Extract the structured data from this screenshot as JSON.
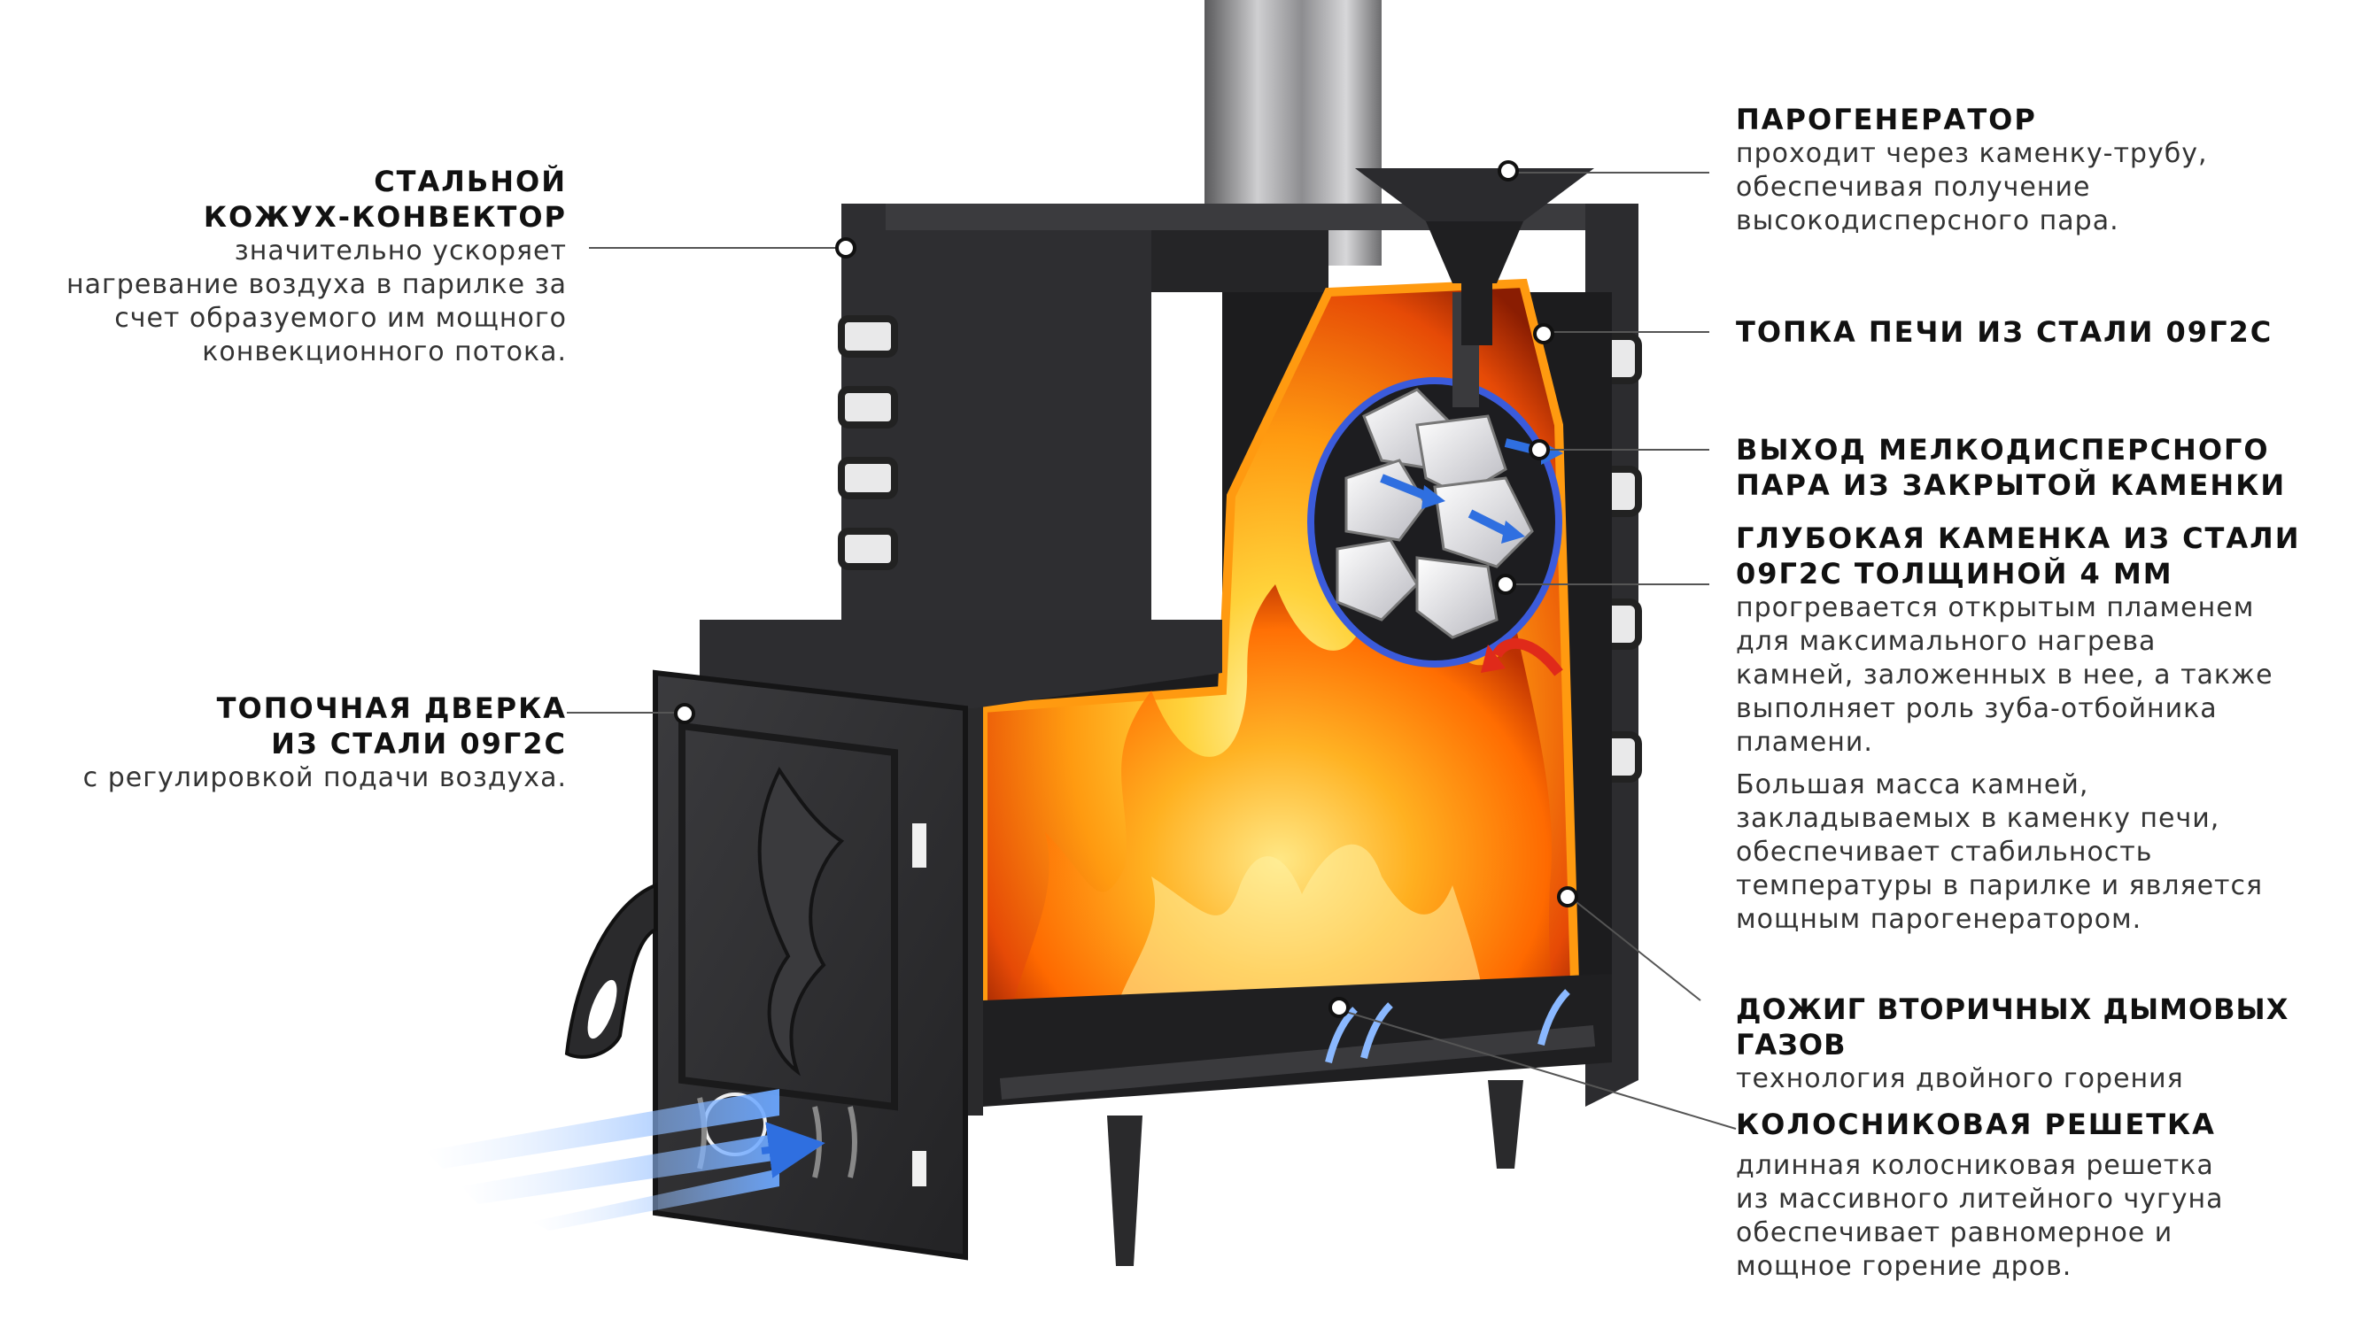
{
  "callouts": {
    "kozhuh": {
      "title": [
        "СТАЛЬНОЙ",
        "КОЖУХ-КОНВЕКТОР"
      ],
      "desc": [
        "значительно ускоряет",
        "нагревание воздуха в парилке за",
        "счет образуемого им мощного",
        "конвекционного потока."
      ]
    },
    "dverka": {
      "title": [
        "ТОПОЧНАЯ ДВЕРКА",
        "ИЗ СТАЛИ 09Г2С"
      ],
      "desc": [
        "с регулировкой подачи воздуха."
      ]
    },
    "parogenerator": {
      "title": [
        "ПАРОГЕНЕРАТОР"
      ],
      "desc": [
        "проходит через каменку-трубу,",
        "обеспечивая получение",
        "высокодисперсного пара."
      ]
    },
    "topka": {
      "title": [
        "ТОПКА ПЕЧИ ИЗ СТАЛИ 09Г2С"
      ]
    },
    "vyhod": {
      "title": [
        "ВЫХОД МЕЛКОДИСПЕРСНОГО",
        "ПАРА ИЗ ЗАКРЫТОЙ КАМЕНКИ"
      ]
    },
    "kamenka": {
      "title": [
        "ГЛУБОКАЯ КАМЕНКА ИЗ СТАЛИ",
        "09Г2С ТОЛЩИНОЙ 4 ММ"
      ],
      "desc": [
        "прогревается открытым пламенем",
        "для максимального нагрева",
        "камней, заложенных в нее, а также",
        "выполняет роль зуба-отбойника",
        "пламени."
      ],
      "desc2": [
        "Большая масса камней,",
        "закладываемых в каменку печи,",
        "обеспечивает стабильность",
        "температуры в парилке и является",
        "мощным парогенератором."
      ]
    },
    "dozhig": {
      "title": [
        "ДОЖИГ ВТОРИЧНЫХ ДЫМОВЫХ ГАЗОВ"
      ],
      "desc": [
        "технология двойного горения"
      ]
    },
    "reshetka": {
      "title": [
        "КОЛОСНИКОВАЯ РЕШЕТКА"
      ],
      "desc": [
        "длинная колосниковая решетка",
        "из массивного литейного чугуна",
        "обеспечивает равномерное и",
        "мощное горение дров."
      ]
    }
  },
  "colors": {
    "steel": "#2b2b2d",
    "steel_light": "#3a3a3d",
    "fire": "#ff7a00",
    "flame_core": "#ffd23a",
    "air_blue": "#7db6ff",
    "arrow_blue": "#2f6fe0",
    "arrow_red": "#e02a1a",
    "stones": "#e8e8ec"
  }
}
